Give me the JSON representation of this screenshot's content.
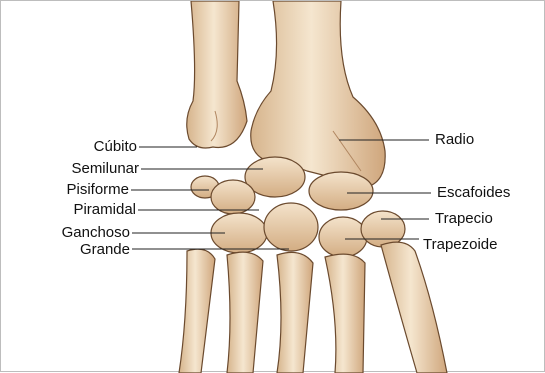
{
  "labels": {
    "left": [
      "Cúbito",
      "Semilunar",
      "Pisiforme",
      "Piramidal",
      "Ganchoso",
      "Grande"
    ],
    "right": [
      "Radio",
      "Escafoides",
      "Trapecio",
      "Trapezoide"
    ]
  },
  "colors": {
    "bone_fill": "#f2dfc5",
    "bone_shadow": "#c9a57e",
    "bone_outline": "#6b4a2e",
    "leader_line": "#222222"
  }
}
